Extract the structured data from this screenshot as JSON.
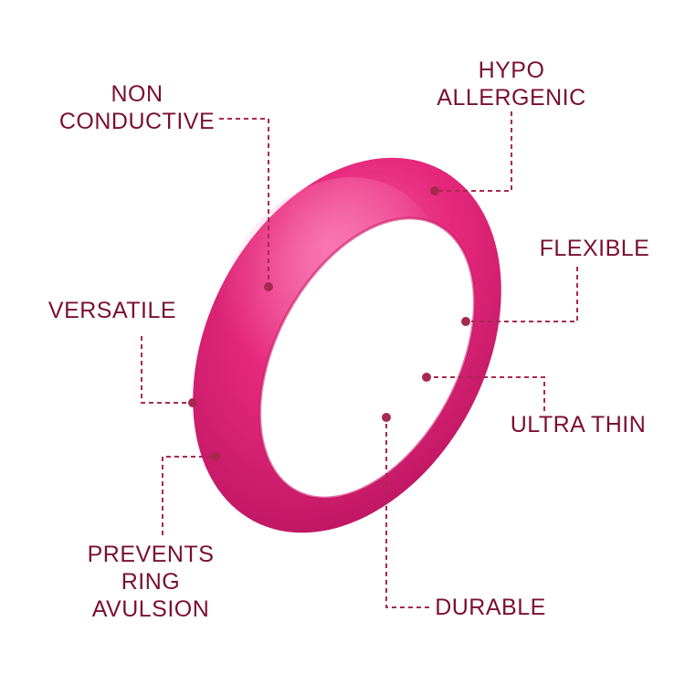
{
  "colors": {
    "label_text": "#7a0f32",
    "leader_line": "#a8294f",
    "ring_main": "#e6287c",
    "ring_shadow": "#b81460",
    "ring_highlight": "#f45fa3"
  },
  "features": {
    "non_conductive": [
      "NON",
      "CONDUCTIVE"
    ],
    "hypo_allergenic": [
      "HYPO",
      "ALLERGENIC"
    ],
    "flexible": [
      "FLEXIBLE"
    ],
    "versatile": [
      "VERSATILE"
    ],
    "ultra_thin": [
      "ULTRA THIN"
    ],
    "prevents_ring_avulsion": [
      "PREVENTS",
      "RING",
      "AVULSION"
    ],
    "durable": [
      "DURABLE"
    ]
  }
}
